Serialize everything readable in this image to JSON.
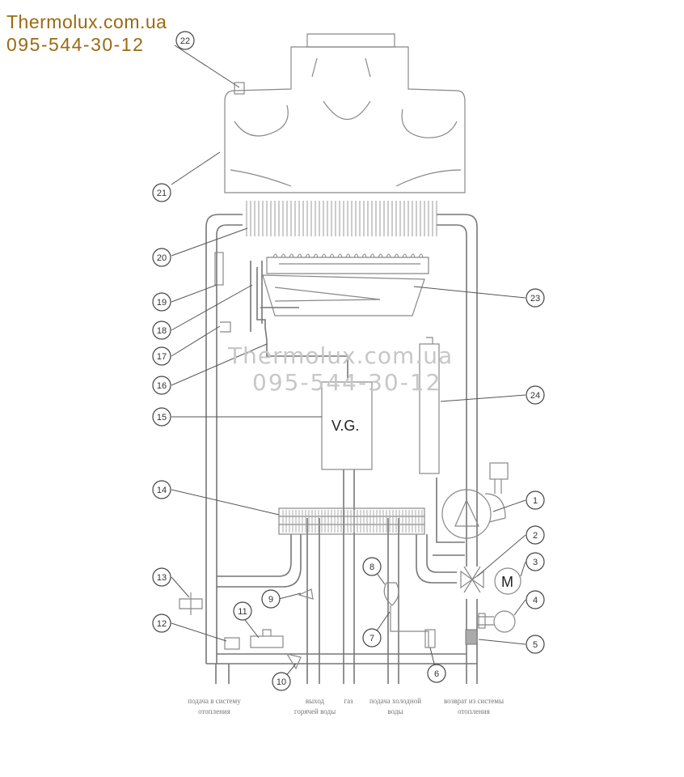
{
  "header": {
    "site": "Thermolux.com.ua",
    "phone": "095-544-30-12"
  },
  "watermark": {
    "site": "Thermolux.com.ua",
    "phone": "095-544-30-12"
  },
  "components": {
    "valve_label": "V.G.",
    "motor_label": "M"
  },
  "callouts": [
    "1",
    "2",
    "3",
    "4",
    "5",
    "6",
    "7",
    "8",
    "9",
    "10",
    "11",
    "12",
    "13",
    "14",
    "15",
    "16",
    "17",
    "18",
    "19",
    "20",
    "21",
    "22",
    "23",
    "24"
  ],
  "captions": {
    "heating_supply": "подача в систему отопления",
    "hot_water_out": "выход горячей воды",
    "gas": "газ",
    "cold_water_in": "подача холодной воды",
    "heating_return": "возврат из системы отопления"
  },
  "colors": {
    "brand": "#9a6a12",
    "watermark": "#c7c7c7",
    "line": "#777777"
  }
}
